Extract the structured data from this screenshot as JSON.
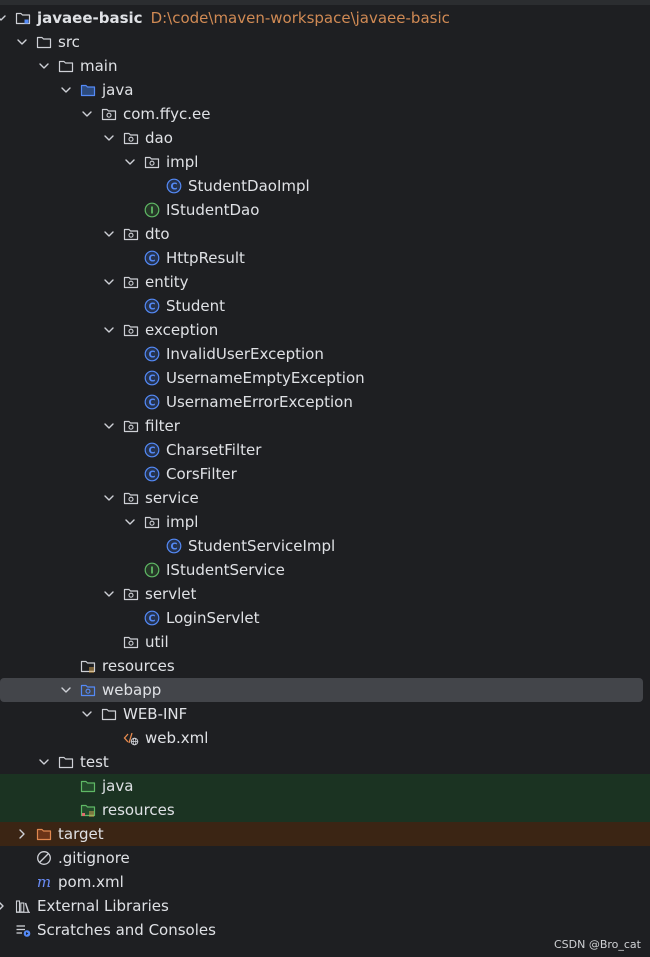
{
  "project_tree": {
    "items": [
      {
        "label": "javaee-basic",
        "path": "D:\\code\\maven-workspace\\javaee-basic",
        "icon": "project-module-icon",
        "expanded": true,
        "bold": true
      },
      {
        "label": "src",
        "icon": "folder-icon",
        "expanded": true
      },
      {
        "label": "main",
        "icon": "folder-icon",
        "expanded": true
      },
      {
        "label": "java",
        "icon": "source-root-icon",
        "expanded": true
      },
      {
        "label": "com.ffyc.ee",
        "icon": "package-icon",
        "expanded": true
      },
      {
        "label": "dao",
        "icon": "package-icon",
        "expanded": true
      },
      {
        "label": "impl",
        "icon": "package-icon",
        "expanded": true
      },
      {
        "label": "StudentDaoImpl",
        "icon": "class-icon"
      },
      {
        "label": "IStudentDao",
        "icon": "interface-icon"
      },
      {
        "label": "dto",
        "icon": "package-icon",
        "expanded": true
      },
      {
        "label": "HttpResult",
        "icon": "class-icon"
      },
      {
        "label": "entity",
        "icon": "package-icon",
        "expanded": true
      },
      {
        "label": "Student",
        "icon": "class-icon"
      },
      {
        "label": "exception",
        "icon": "package-icon",
        "expanded": true
      },
      {
        "label": "InvalidUserException",
        "icon": "class-icon"
      },
      {
        "label": "UsernameEmptyException",
        "icon": "class-icon"
      },
      {
        "label": "UsernameErrorException",
        "icon": "class-icon"
      },
      {
        "label": "filter",
        "icon": "package-icon",
        "expanded": true
      },
      {
        "label": "CharsetFilter",
        "icon": "class-icon"
      },
      {
        "label": "CorsFilter",
        "icon": "class-icon"
      },
      {
        "label": "service",
        "icon": "package-icon",
        "expanded": true
      },
      {
        "label": "impl",
        "icon": "package-icon",
        "expanded": true
      },
      {
        "label": "StudentServiceImpl",
        "icon": "class-icon"
      },
      {
        "label": "IStudentService",
        "icon": "interface-icon"
      },
      {
        "label": "servlet",
        "icon": "package-icon",
        "expanded": true
      },
      {
        "label": "LoginServlet",
        "icon": "class-icon"
      },
      {
        "label": "util",
        "icon": "package-icon"
      },
      {
        "label": "resources",
        "icon": "resources-folder-icon"
      },
      {
        "label": "webapp",
        "icon": "web-folder-icon",
        "expanded": true,
        "selected": true
      },
      {
        "label": "WEB-INF",
        "icon": "folder-icon",
        "expanded": true
      },
      {
        "label": "web.xml",
        "icon": "web-xml-icon"
      },
      {
        "label": "test",
        "icon": "folder-icon",
        "expanded": true
      },
      {
        "label": "java",
        "icon": "test-source-folder-icon",
        "highlight": "test"
      },
      {
        "label": "resources",
        "icon": "test-resources-folder-icon",
        "highlight": "test"
      },
      {
        "label": "target",
        "icon": "excluded-folder-icon",
        "expanded": false,
        "highlight": "excluded"
      },
      {
        "label": ".gitignore",
        "icon": "ignored-file-icon"
      },
      {
        "label": "pom.xml",
        "icon": "maven-icon"
      },
      {
        "label": "External Libraries",
        "icon": "libraries-icon",
        "expanded": false
      },
      {
        "label": "Scratches and Consoles",
        "icon": "scratches-icon"
      }
    ]
  },
  "watermark": "CSDN @Bro_cat",
  "colors": {
    "background": "#1e1f22",
    "text": "#dfe1e5",
    "path": "#d08a54",
    "selected_row": "#43454a",
    "test_row": "#1b3322",
    "excluded_row": "#3b2514",
    "class_icon": "#548af7",
    "interface_icon": "#5fb865"
  }
}
